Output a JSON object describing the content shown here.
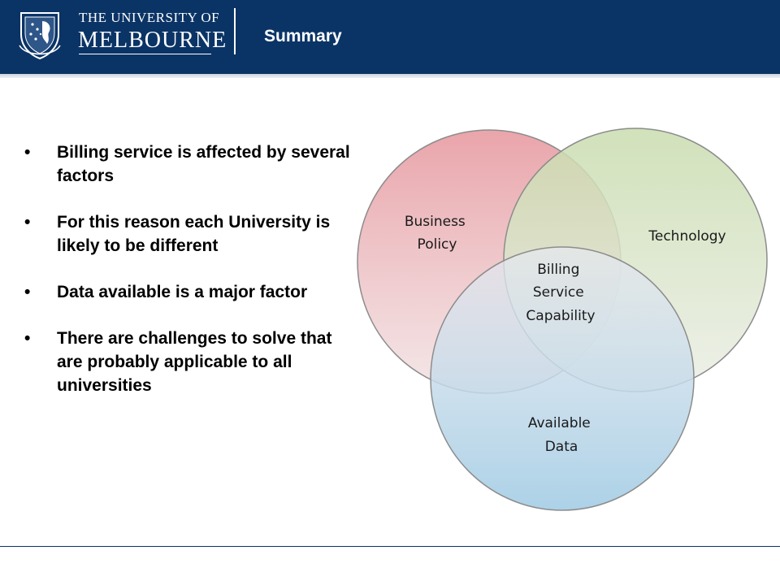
{
  "header": {
    "logo_line1": "THE UNIVERSITY OF",
    "logo_line2": "MELBOURNE",
    "title": "Summary",
    "colors": {
      "navy": "#0b3466",
      "text": "#ffffff"
    },
    "logo_icon": "university-crest-icon"
  },
  "bullets": [
    "Billing service is affected by several factors",
    "For this reason each University is likely to be different",
    "Data available is a major factor",
    "There are challenges to solve that are probably applicable to all universities"
  ],
  "venn": {
    "circles": [
      {
        "label_lines": [
          "Business",
          "Policy"
        ],
        "color": "#e8a0a6"
      },
      {
        "label_lines": [
          "Technology"
        ],
        "color": "#c9dcae"
      },
      {
        "label_lines": [
          "Available",
          "Data"
        ],
        "color": "#a8cfe6"
      }
    ],
    "center_lines": [
      "Billing",
      "Service",
      "Capability"
    ]
  }
}
